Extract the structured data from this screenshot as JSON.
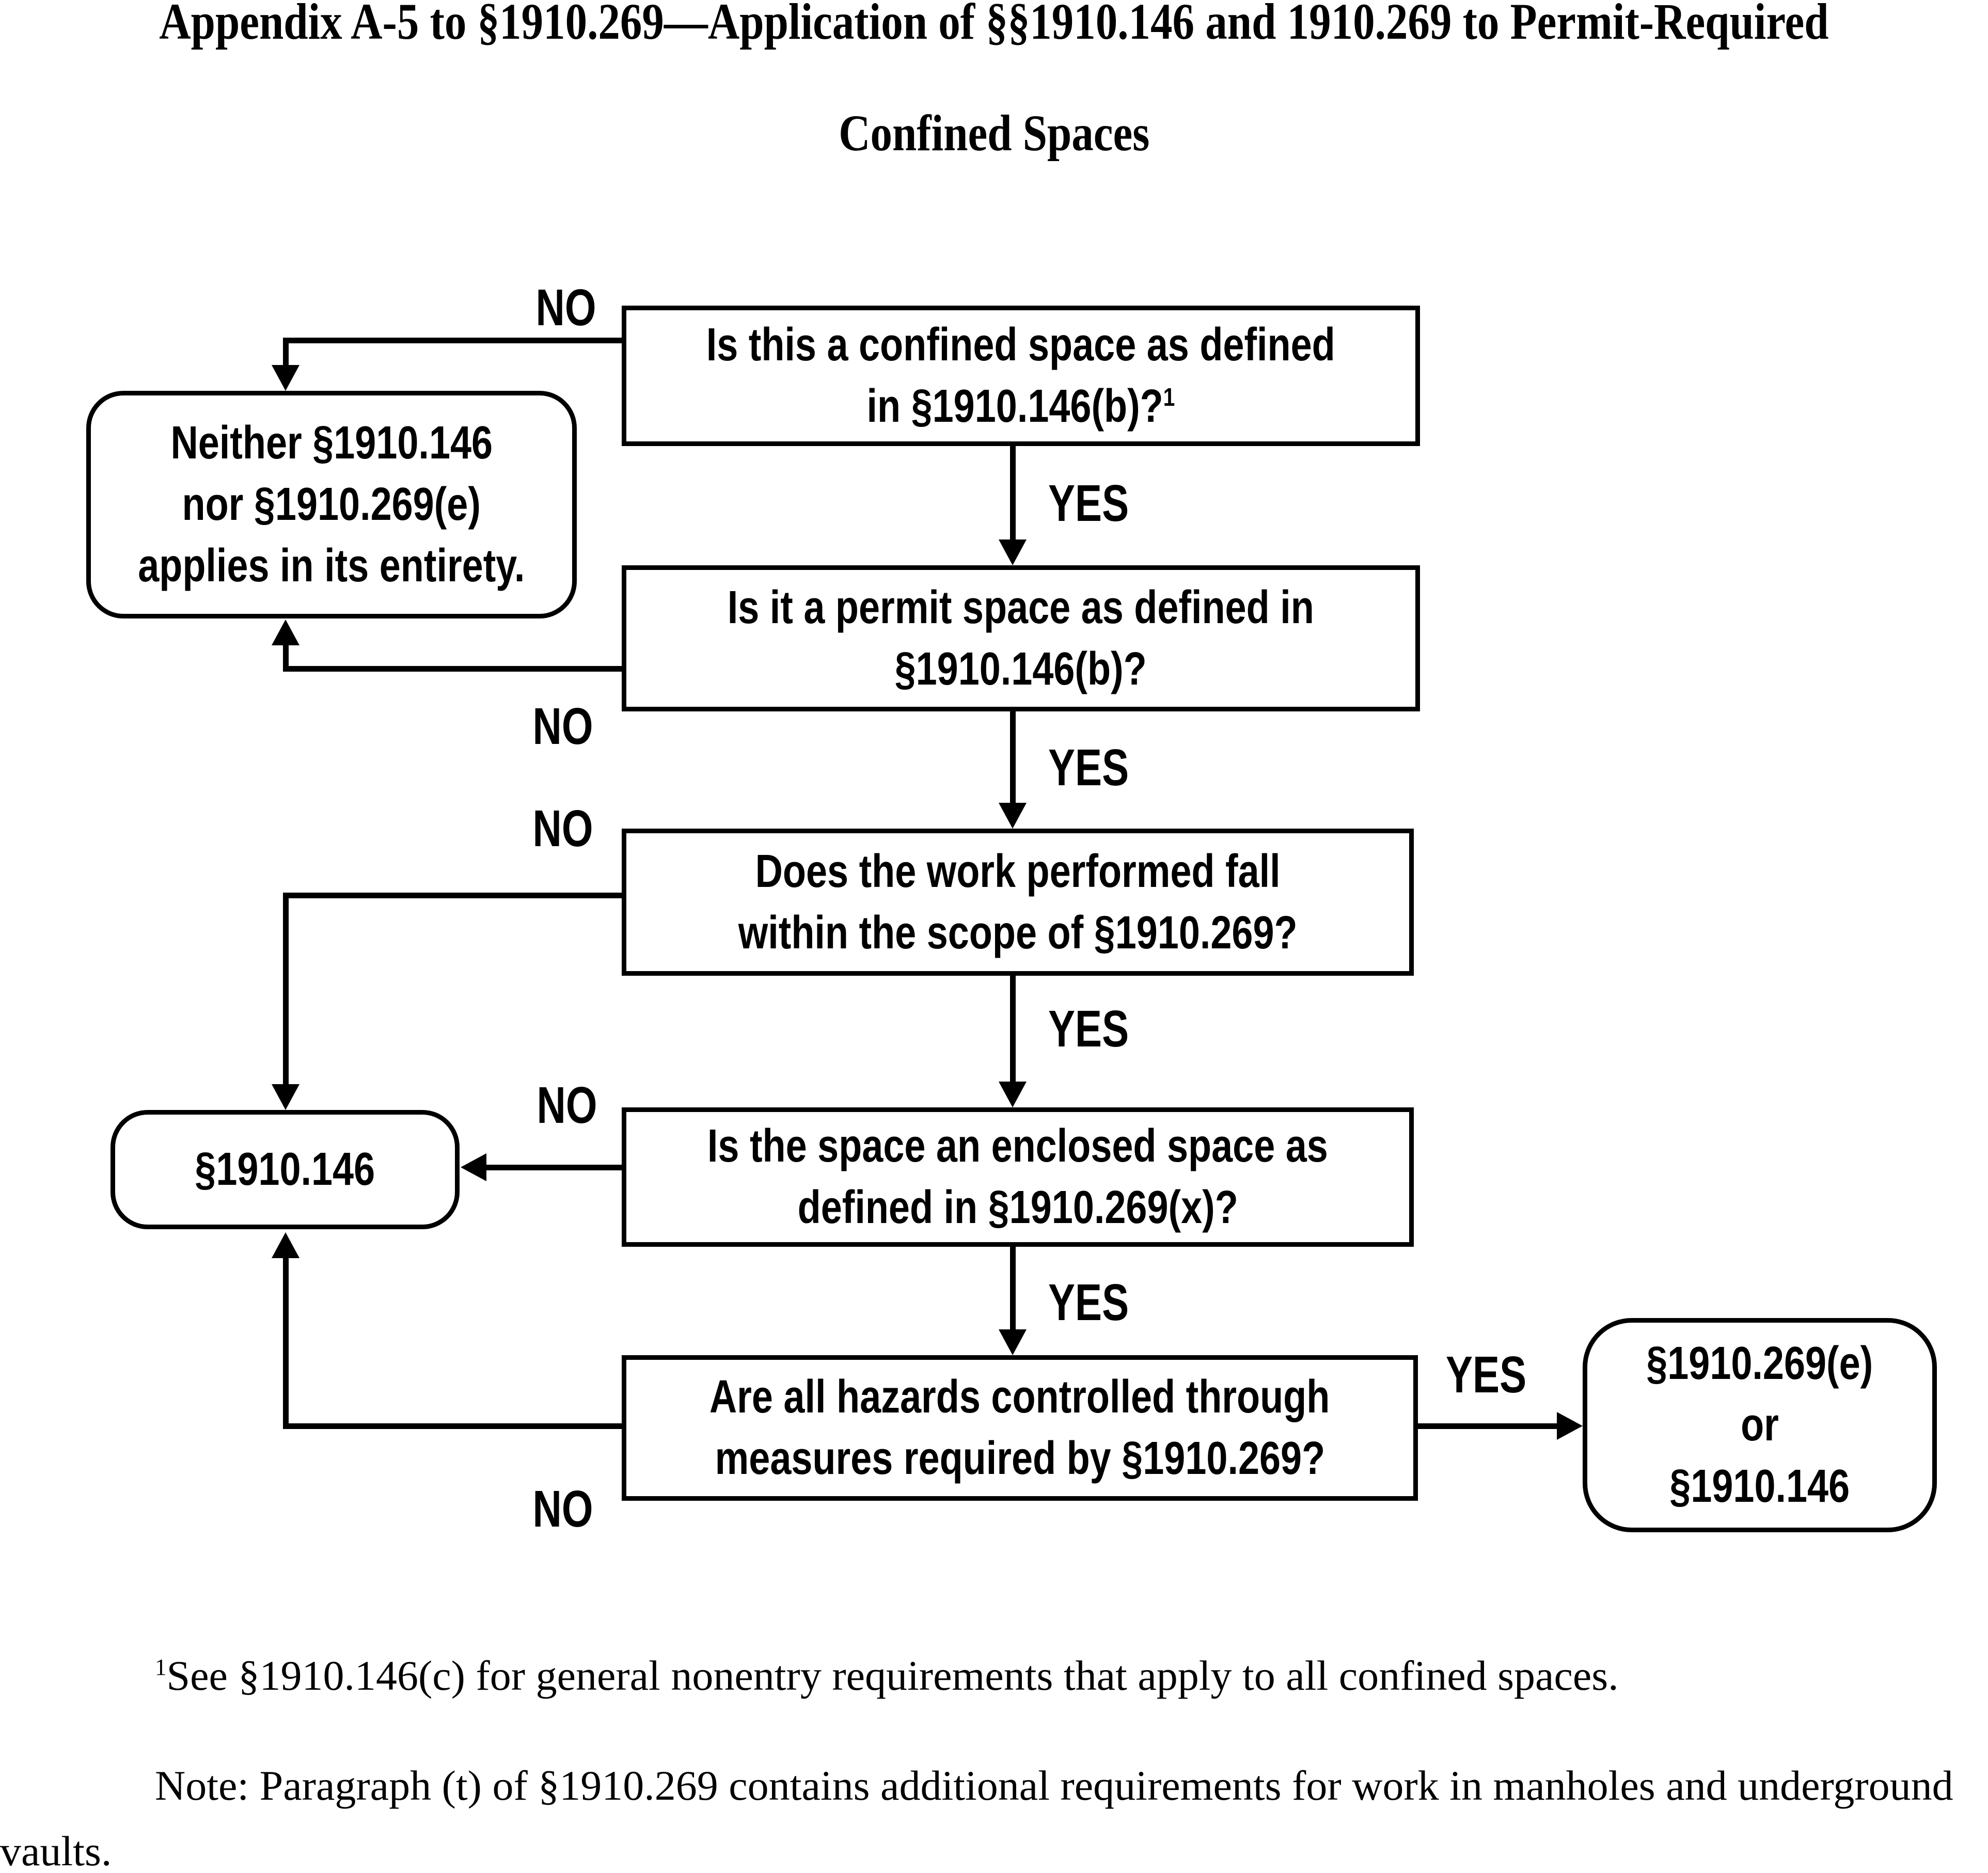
{
  "title": {
    "line1": "Appendix A-5 to §1910.269—Application of §§1910.146 and 1910.269 to Permit-Required",
    "line2": "Confined Spaces"
  },
  "flowchart": {
    "nodes": {
      "q1": {
        "type": "decision",
        "lines": [
          "Is this a confined space as defined",
          "in §1910.146(b)?"
        ],
        "footnote_marker": "1"
      },
      "q2": {
        "type": "decision",
        "lines": [
          "Is it a permit space as defined in",
          "§1910.146(b)?"
        ]
      },
      "q3": {
        "type": "decision",
        "lines": [
          "Does the work performed fall",
          "within the scope of §1910.269?"
        ]
      },
      "q4": {
        "type": "decision",
        "lines": [
          "Is the space an enclosed space as",
          "defined in §1910.269(x)?"
        ]
      },
      "q5": {
        "type": "decision",
        "lines": [
          "Are all hazards controlled through",
          "measures required by §1910.269?"
        ]
      },
      "neither": {
        "type": "terminal",
        "lines": [
          "Neither §1910.146",
          "nor §1910.269(e)",
          "applies in its entirety."
        ]
      },
      "r146": {
        "type": "terminal",
        "lines": [
          "§1910.146"
        ]
      },
      "r269": {
        "type": "terminal",
        "lines": [
          "§1910.269(e)",
          "or",
          "§1910.146"
        ]
      }
    },
    "edges": [
      {
        "id": "q1-no",
        "from": "q1",
        "to": "neither",
        "label": "NO"
      },
      {
        "id": "q1-yes",
        "from": "q1",
        "to": "q2",
        "label": "YES"
      },
      {
        "id": "q2-no",
        "from": "q2",
        "to": "neither",
        "label": "NO"
      },
      {
        "id": "q2-yes",
        "from": "q2",
        "to": "q3",
        "label": "YES"
      },
      {
        "id": "q3-no",
        "from": "q3",
        "to": "r146",
        "label": "NO"
      },
      {
        "id": "q3-yes",
        "from": "q3",
        "to": "q4",
        "label": "YES"
      },
      {
        "id": "q4-no",
        "from": "q4",
        "to": "r146",
        "label": "NO"
      },
      {
        "id": "q4-yes",
        "from": "q4",
        "to": "q5",
        "label": "YES"
      },
      {
        "id": "q5-no",
        "from": "q5",
        "to": "r146",
        "label": "NO"
      },
      {
        "id": "q5-yes",
        "from": "q5",
        "to": "r269",
        "label": "YES"
      }
    ]
  },
  "footnotes": {
    "fn1_sup": "1",
    "fn1_text": "See §1910.146(c) for general nonentry requirements that apply to all confined spaces.",
    "note": "Note: Paragraph (t) of §1910.269 contains additional requirements for work in manholes and underground vaults."
  },
  "colors": {
    "ink": "#000000",
    "paper": "#ffffff"
  }
}
